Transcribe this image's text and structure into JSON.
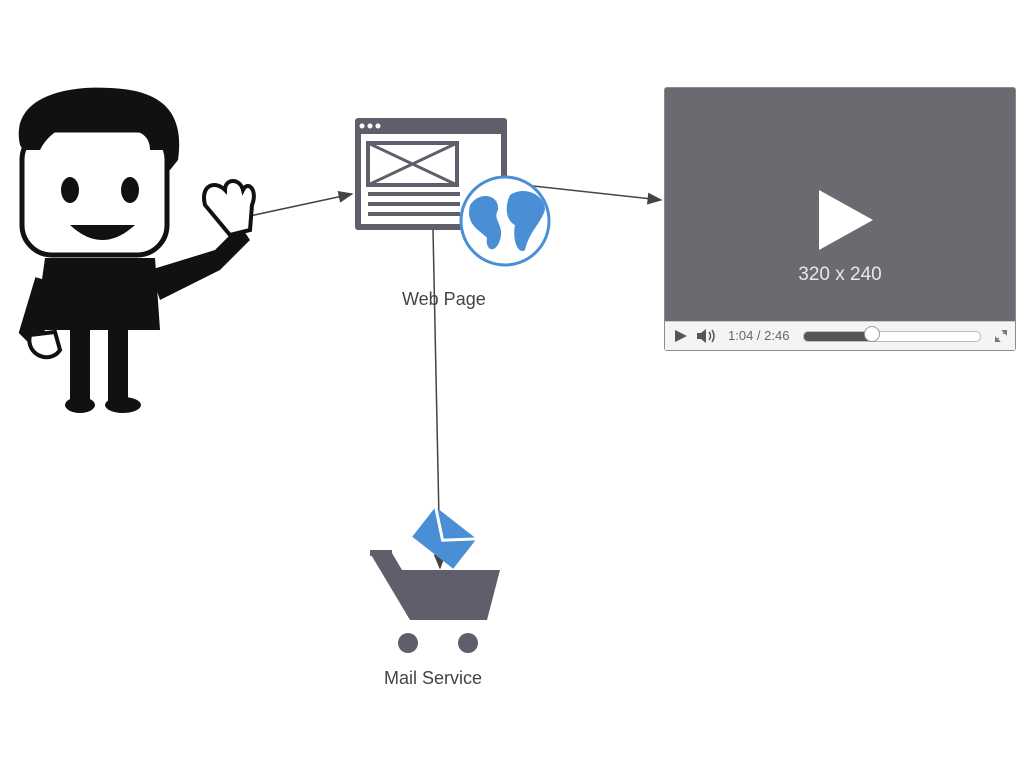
{
  "diagram": {
    "web_page_label": "Web Page",
    "mail_service_label": "Mail Service"
  },
  "video_player": {
    "size_text": "320 x 240",
    "time_text": "1:04 / 2:46",
    "progress_fraction": 0.39,
    "icons": [
      "play-icon",
      "volume-icon",
      "fullscreen-icon"
    ]
  },
  "colors": {
    "shape_gray": "#5f5e6a",
    "globe_blue": "#4a8fd6",
    "video_bg": "#696b70"
  }
}
